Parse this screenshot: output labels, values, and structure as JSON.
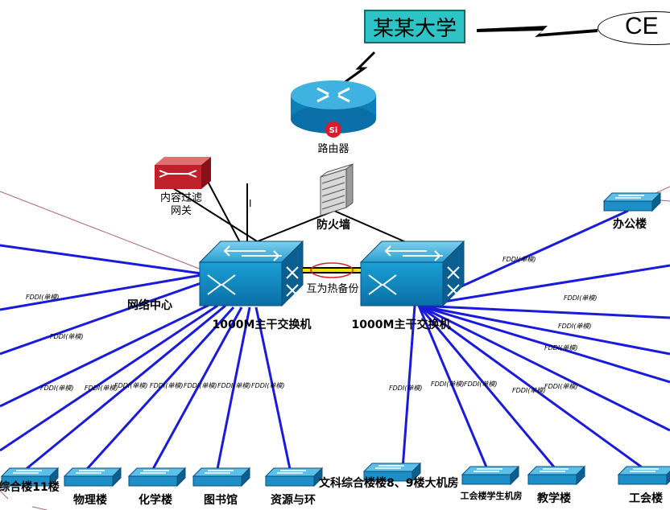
{
  "university": "某某大学",
  "cernet_label": "CE",
  "router": {
    "label": "路由器",
    "badge": "Si"
  },
  "firewall": {
    "label": "防火墙"
  },
  "content_filter": {
    "line1": "内容过滤",
    "line2": "网关"
  },
  "network_center": "网络中心",
  "hot_backup": "互为热备份",
  "core_switch_left": "1000M主干交换机",
  "core_switch_right": "1000M主干交换机",
  "link_label": "FDDI(单模)",
  "cursor_mark": "I",
  "buildings": {
    "office": "办公楼",
    "integrated": "综合楼11楼",
    "physics": "物理楼",
    "chemistry": "化学楼",
    "library": "图书馆",
    "resources": "资源与环",
    "liberal_arts": "文科综合楼楼8、9楼大机房",
    "union_student": "工会楼学生机房",
    "teaching": "教学楼",
    "union": "工会楼"
  },
  "colors": {
    "link": "#1a1adc",
    "router": "#1f9ad6",
    "switch": "#1e9fd0",
    "filter": "#c0202a"
  }
}
